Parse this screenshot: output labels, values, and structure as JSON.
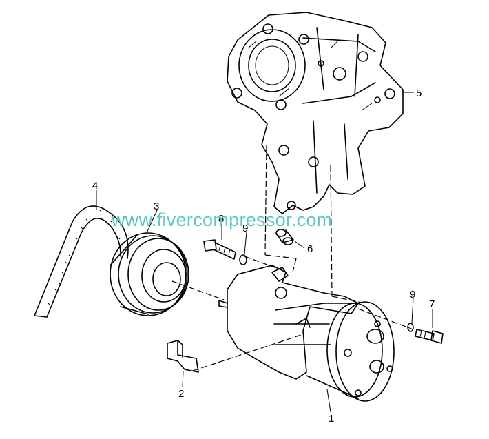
{
  "watermark": {
    "text": "www.fivercompressor.com",
    "color": "#5fc7c5"
  },
  "callouts": [
    {
      "id": "1",
      "label": "1",
      "part": "compressor"
    },
    {
      "id": "2",
      "label": "2",
      "part": "bracket-clip"
    },
    {
      "id": "3",
      "label": "3",
      "part": "pulley"
    },
    {
      "id": "4",
      "label": "4",
      "part": "drive-belt"
    },
    {
      "id": "5",
      "label": "5",
      "part": "mounting-bracket"
    },
    {
      "id": "6",
      "label": "6",
      "part": "sleeve"
    },
    {
      "id": "7",
      "label": "7",
      "part": "bolt-right"
    },
    {
      "id": "8",
      "label": "8",
      "part": "bolt-left"
    },
    {
      "id": "9a",
      "label": "9",
      "part": "washer-left"
    },
    {
      "id": "9b",
      "label": "9",
      "part": "washer-right"
    }
  ]
}
